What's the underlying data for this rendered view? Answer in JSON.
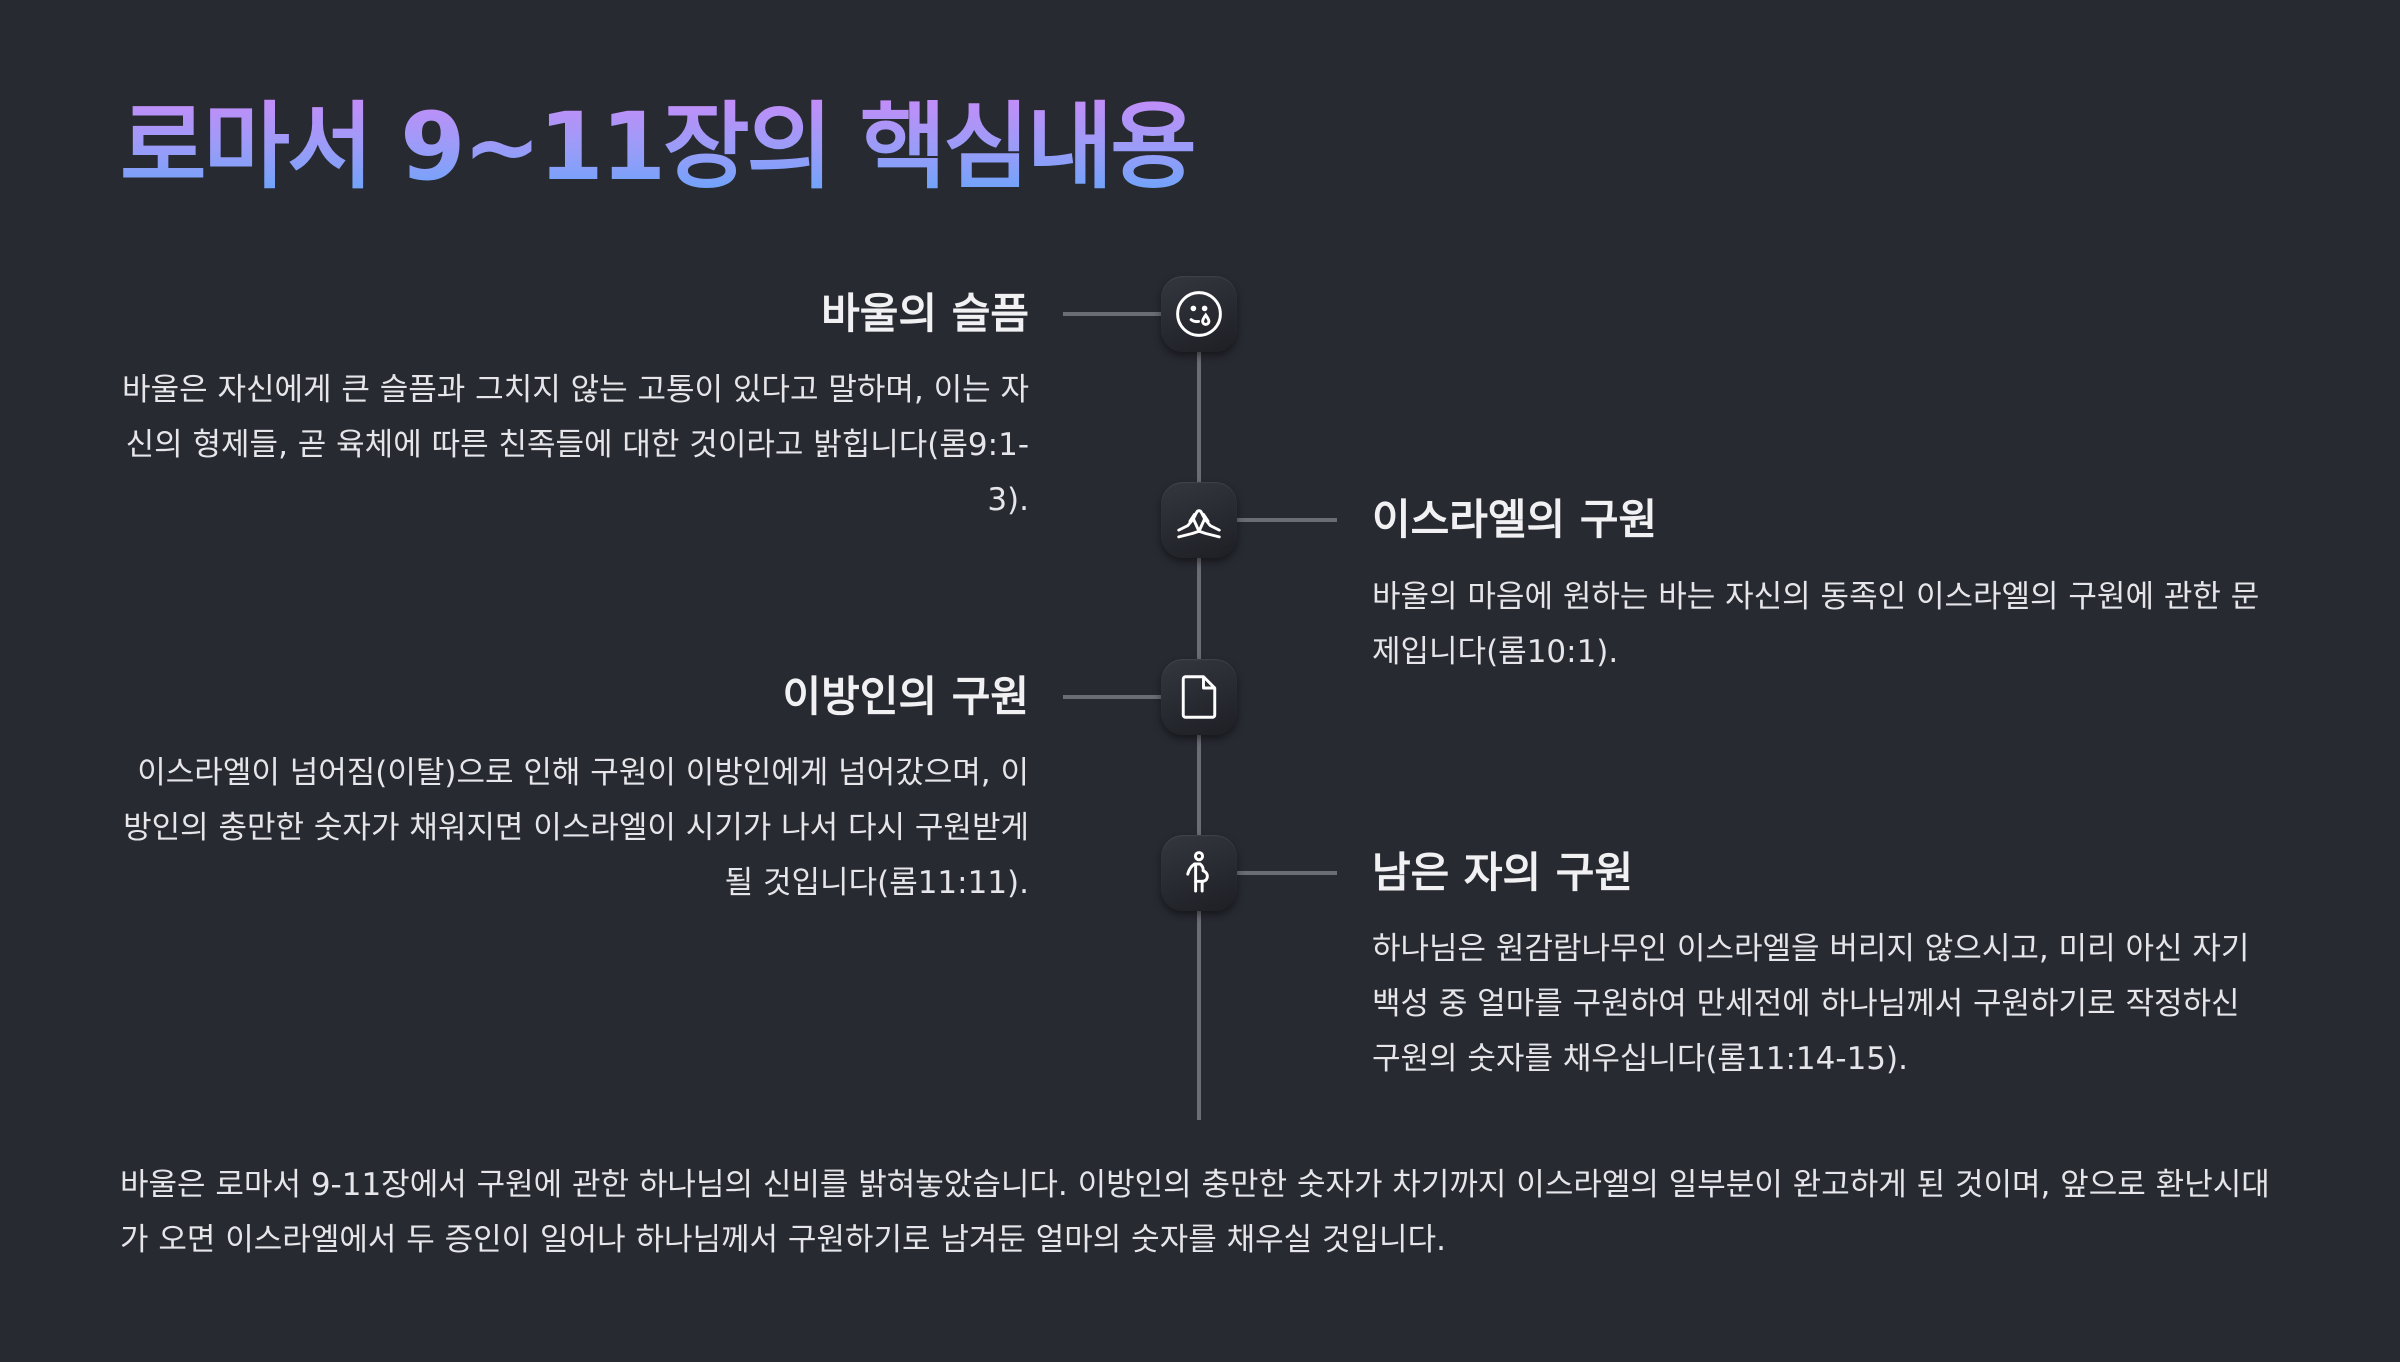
{
  "title": "로마서 9~11장의 핵심내용",
  "items": [
    {
      "heading": "바울의 슬픔",
      "icon": "crying-face-icon",
      "side": "left",
      "body": "바울은 자신에게 큰 슬픔과 그치지 않는 고통이 있다고 말하며, 이는 자신의 형제들, 곧 육체에 따른 친족들에 대한 것이라고 밝힙니다(롬9:1-3)."
    },
    {
      "heading": "이스라엘의 구원",
      "icon": "praying-hands-icon",
      "side": "right",
      "body": "바울의 마음에 원하는 바는 자신의 동족인 이스라엘의 구원에 관한 문제입니다(롬10:1)."
    },
    {
      "heading": "이방인의 구원",
      "icon": "document-icon",
      "side": "left",
      "body": "이스라엘이 넘어짐(이탈)으로 인해 구원이 이방인에게 넘어갔으며, 이방인의 충만한 숫자가 채워지면 이스라엘이 시기가 나서 다시 구원받게 될 것입니다(롬11:11)."
    },
    {
      "heading": "남은 자의 구원",
      "icon": "pregnant-person-icon",
      "side": "right",
      "body": "하나님은 원감람나무인 이스라엘을 버리지 않으시고, 미리 아신 자기 백성 중 얼마를 구원하여 만세전에 하나님께서 구원하기로 작정하신 구원의 숫자를 채우십니다(롬11:14-15)."
    }
  ],
  "summary": "바울은 로마서 9-11장에서 구원에 관한 하나님의 신비를 밝혀놓았습니다. 이방인의 충만한 숫자가 차기까지 이스라엘의 일부분이 완고하게 된 것이며, 앞으로 환난시대가 오면 이스라엘에서 두 증인이 일어나 하나님께서 구원하기로 남겨둔 얼마의 숫자를 채우실 것입니다.",
  "colors": {
    "background": "#282a32",
    "title_gradient_top": "#cc8af9",
    "title_gradient_bottom": "#5fa6fb",
    "line": "#6b6d74"
  }
}
